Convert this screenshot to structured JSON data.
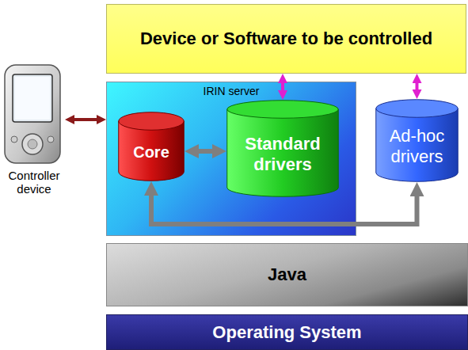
{
  "diagram": {
    "nodes": [
      {
        "text": [
          "Device or Software to be controlled"
        ]
      },
      {
        "text": [
          "Controller device"
        ]
      },
      {
        "text": [
          "IRIN server"
        ]
      },
      {
        "text": [
          "Core"
        ],
        "in": 2
      },
      {
        "text": [
          "Standard drivers"
        ],
        "in": 2
      },
      {
        "text": [
          "Ad-hoc drivers"
        ]
      },
      {
        "text": [
          "Java"
        ]
      },
      {
        "text": [
          "Operating System"
        ]
      }
    ],
    "edges": [
      {
        "from": 1,
        "to": 2,
        "arrow": "both"
      },
      {
        "from": 4,
        "to": 0,
        "arrow": "both"
      },
      {
        "from": 5,
        "to": 0,
        "arrow": "both"
      },
      {
        "from": 3,
        "to": 4,
        "arrow": "both"
      },
      {
        "from": 3,
        "to": 5,
        "arrow": "both"
      }
    ]
  }
}
